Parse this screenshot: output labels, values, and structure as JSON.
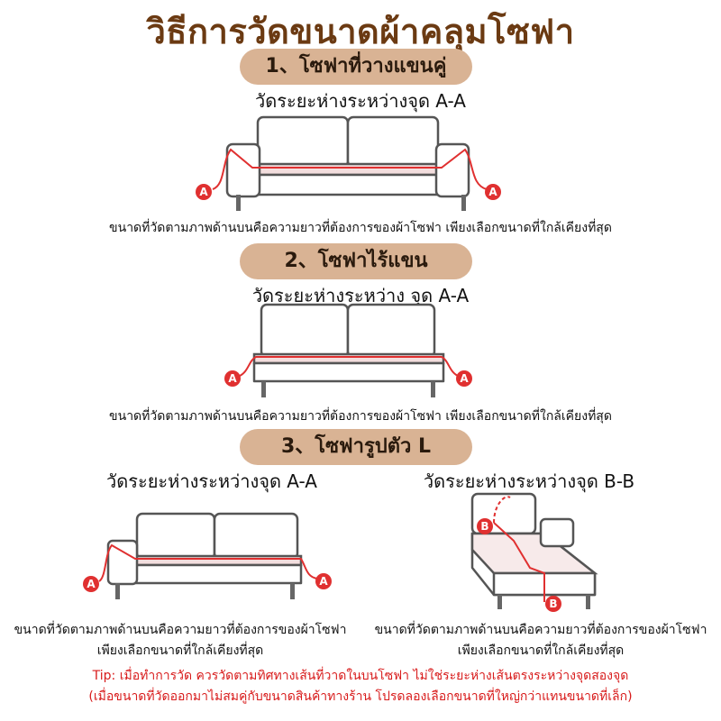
{
  "title": "วิธีการวัดขนาดผ้าคลุมโซฟา",
  "sections": [
    {
      "label": "1、โซฟาที่วางแขนคู่",
      "instruction": "วัดระยะห่างระหว่างจุด A-A",
      "note": "ขนาดที่วัดตามภาพด้านบนคือความยาวที่ต้องการของผ้าโซฟา เพียงเลือกขนาดที่ใกล้เคียงที่สุด"
    },
    {
      "label": "2、โซฟาไร้แขน",
      "instruction": "วัดระยะห่างระหว่าง จุด A-A",
      "note": "ขนาดที่วัดตามภาพด้านบนคือความยาวที่ต้องการของผ้าโซฟา เพียงเลือกขนาดที่ใกล้เคียงที่สุด"
    },
    {
      "label": "3、โซฟารูปตัว L",
      "left": {
        "instruction": "วัดระยะห่างระหว่างจุด A-A",
        "note_line1": "ขนาดที่วัดตามภาพด้านบนคือความยาวที่ต้องการของผ้าโซฟา",
        "note_line2": "เพียงเลือกขนาดที่ใกล้เคียงที่สุด"
      },
      "right": {
        "instruction": "วัดระยะห่างระหว่างจุด B-B",
        "note_line1": "ขนาดที่วัดตามภาพด้านบนคือความยาวที่ต้องการของผ้าโซฟา",
        "note_line2": "เพียงเลือกขนาดที่ใกล้เคียงที่สุด"
      }
    }
  ],
  "markers": {
    "a": "A",
    "b": "B"
  },
  "tip_line1": "Tip: เมื่อทำการวัด ควรวัดตามทิศทางเส้นที่วาดในบนโซฟา ไม่ใช่ระยะห่างเส้นตรงระหว่างจุดสองจุด",
  "tip_line2": "(เมื่อขนาดที่วัดออกมาไม่สมคู่กับขนาดสินค้าทางร้าน โปรดลองเลือกขนาดที่ใหญ่กว่าแทนขนาดที่เล็ก)",
  "colors": {
    "title": "#6b3a12",
    "pill": "#d9b394",
    "accent_red": "#e03030",
    "tip": "#d81b1b"
  }
}
